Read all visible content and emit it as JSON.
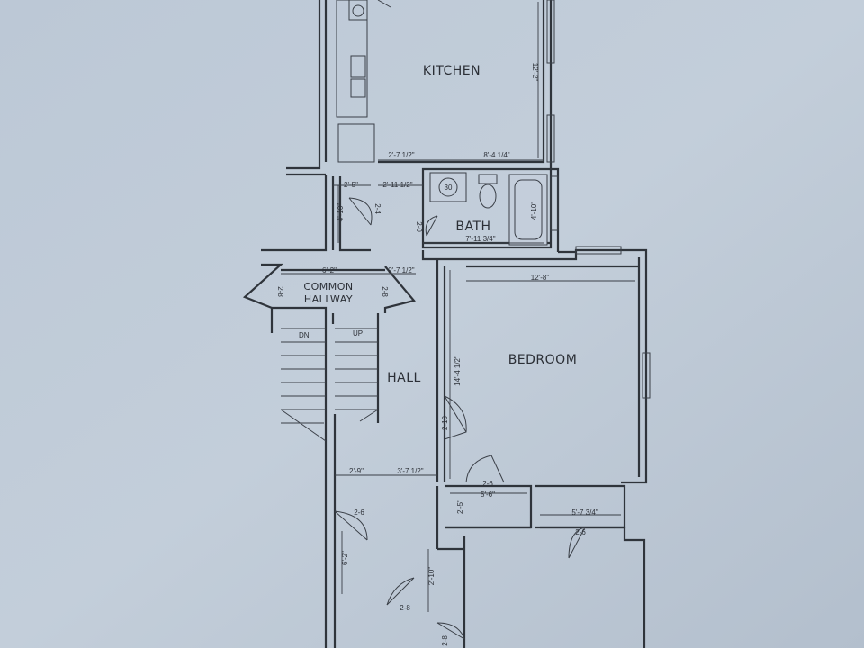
{
  "rooms": {
    "kitchen": "KITCHEN",
    "bath": "BATH",
    "common_hallway_line1": "COMMON",
    "common_hallway_line2": "HALLWAY",
    "hall": "HALL",
    "bedroom": "BEDROOM"
  },
  "stairs": {
    "down": "DN",
    "up": "UP"
  },
  "sink_label": "30",
  "dimensions": {
    "kitchen_height": "12'-2\"",
    "kitchen_left_width": "2'-7 1/2\"",
    "kitchen_width": "8'-4 1/4\"",
    "closet_width": "2'-5\"",
    "closet_depth": "4'-10\"",
    "closet_door": "2-4",
    "bath_entry_width": "2'-11 1/2\"",
    "bath_door": "2-0",
    "bath_width": "7'-11 3/4\"",
    "tub_length": "4'-10\"",
    "common_hall_width": "6'-2\"",
    "common_hall_side": "2'-7 1/2\"",
    "common_door_left": "2-8",
    "common_door_right": "2-8",
    "bedroom_width": "12'-8\"",
    "bedroom_depth": "14'-4 1/2\"",
    "bedroom_door": "2-10",
    "hall_left_width": "2'-9\"",
    "hall_width": "3'-7 1/2\"",
    "closet1_door": "2-6",
    "closet1_width": "5'-6\"",
    "closet1_depth": "2'-5\"",
    "closet2_width": "5'-7 3/4\"",
    "closet2_door": "2-6",
    "hall_door_left": "2-6",
    "hall_lower_length": "6'-2\"",
    "hall_lower_depth": "2'-10\"",
    "bottom_door1": "2-8",
    "bottom_door2": "2-8"
  }
}
